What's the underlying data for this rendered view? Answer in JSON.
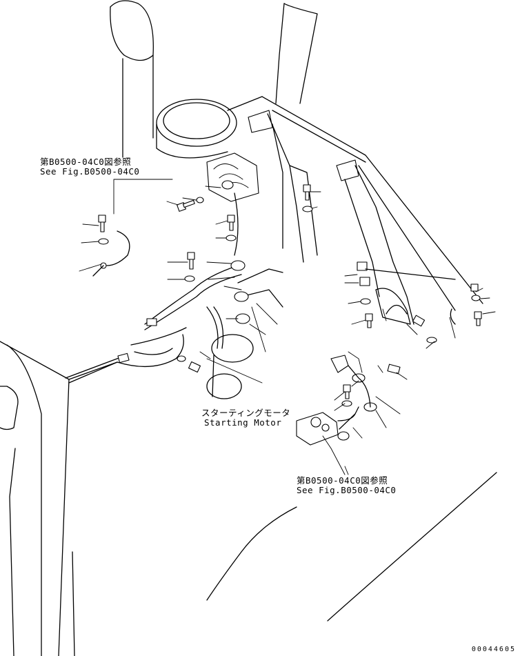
{
  "callouts": {
    "ref_top_left": {
      "jp": "第B0500-04C0図参照",
      "en": "See Fig.B0500-04C0"
    },
    "ref_bottom_right": {
      "jp": "第B0500-04C0図参照",
      "en": "See Fig.B0500-04C0"
    },
    "starting_motor": {
      "jp": "スターティングモータ",
      "en": "Starting Motor"
    }
  },
  "drawing_number": "00044605"
}
